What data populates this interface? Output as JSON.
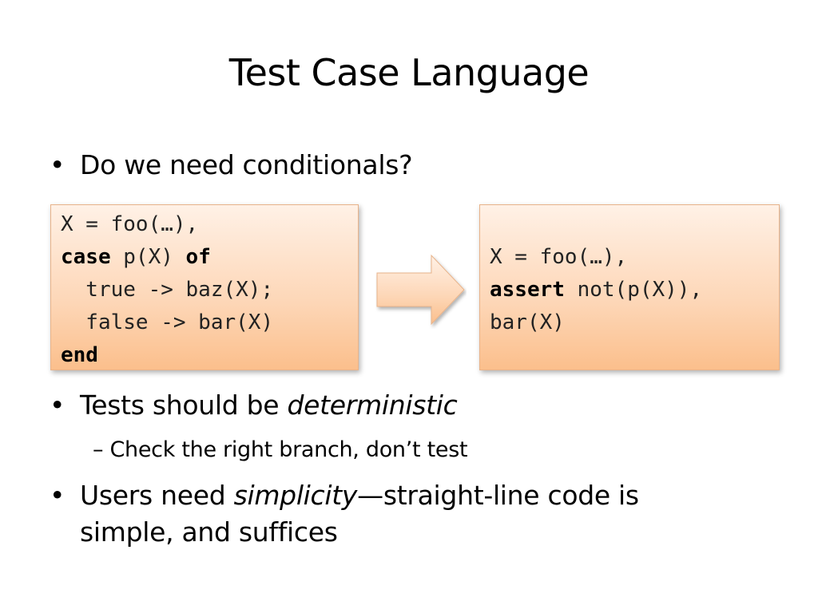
{
  "slide": {
    "title": "Test Case Language",
    "bullets": [
      {
        "marker": "•",
        "text": "Do we need conditionals?"
      },
      {
        "marker": "•",
        "prefix": "Tests should be ",
        "emph": "deterministic"
      },
      {
        "marker": "•",
        "prefix": "Users need ",
        "emph": "simplicity",
        "suffix": "—straight-line code is",
        "line2": "simple, and suffices"
      }
    ],
    "sub_bullet": {
      "marker": "–",
      "text": "Check the right branch, don’t test"
    }
  },
  "code_before": {
    "line1": "X = foo(…),",
    "line2_kw1": "case",
    "line2_mid": " p(X) ",
    "line2_kw2": "of",
    "line3": "  true -> baz(X);",
    "line4": "  false -> bar(X)",
    "line5_kw": "end"
  },
  "code_after": {
    "line1": "X = foo(…),",
    "line2_kw": "assert",
    "line2_rest": " not(p(X)),",
    "line3": "bar(X)"
  },
  "colors": {
    "box_top": "#fff1e6",
    "box_bottom": "#fbbf8c",
    "box_border": "#e8b38a"
  },
  "icons": {
    "transform_arrow": "right-arrow-icon"
  }
}
